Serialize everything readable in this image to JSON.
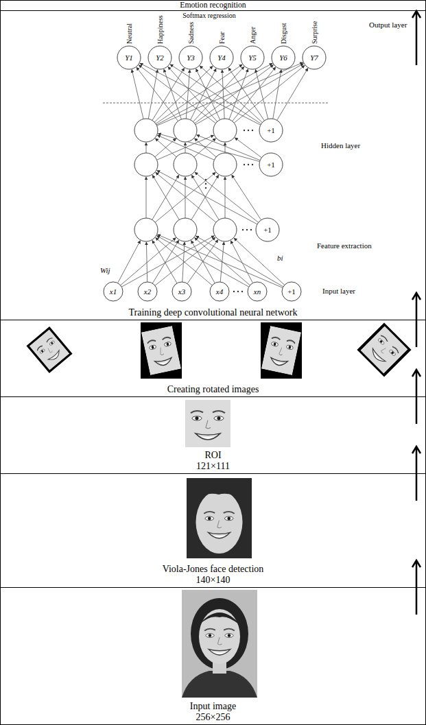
{
  "diagram": {
    "nodes": [
      {
        "text": [
          "Emotion recognition"
        ]
      },
      {
        "text": [
          "Training deep convolutional neural network"
        ]
      },
      {
        "text": [
          "Creating rotated images"
        ]
      },
      {
        "text": [
          "ROI",
          "121×111"
        ]
      },
      {
        "text": [
          "Viola-Jones face detection",
          "140×140"
        ]
      },
      {
        "text": [
          "Input image",
          "256×256"
        ]
      }
    ],
    "edges": [
      {
        "from": 5,
        "to": 4,
        "arrow": "to"
      },
      {
        "from": 4,
        "to": 3,
        "arrow": "to"
      },
      {
        "from": 3,
        "to": 2,
        "arrow": "to"
      },
      {
        "from": 2,
        "to": 1,
        "arrow": "to"
      },
      {
        "from": 1,
        "to": 0,
        "arrow": "to"
      }
    ],
    "labels": [
      "Softmax regression",
      "Output layer",
      "Neutral",
      "Happiness",
      "Sadness",
      "Fear",
      "Anger",
      "Disgust",
      "Surprise",
      "Y1",
      "Y2",
      "Y3",
      "Y4",
      "Y5",
      "Y6",
      "Y7",
      "+1",
      "Hidden layer",
      "+1",
      "+1",
      "Feature extraction",
      "bi",
      "Wij",
      "x1",
      "x2",
      "x3",
      "x4",
      "xn",
      "+1",
      "Input layer"
    ]
  }
}
